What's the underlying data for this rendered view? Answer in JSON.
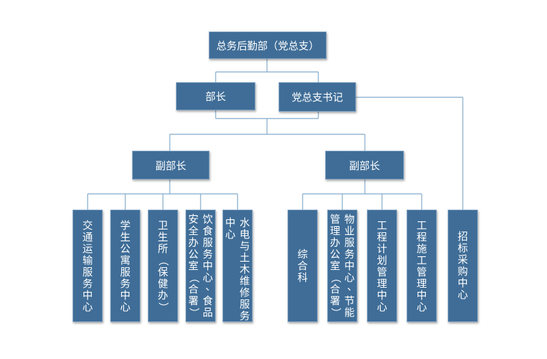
{
  "org": {
    "top": "总务后勤部（党总支）",
    "minister": "部长",
    "party_secretary": "党总支书记",
    "deputy_left": "副部长",
    "deputy_right": "副部长",
    "units": {
      "transport": "交通运输服务中心",
      "dormitory": "学生公寓服务中心",
      "clinic": "卫生所（保健办）",
      "food_safety_col1": "饮食服务中心、食品",
      "food_safety_col2": "安全办公室（合署）",
      "water_power_col1": "水电与土木维修服务",
      "water_power_col2": "中心",
      "general": "综合科",
      "property_col1": "物业服务中心、节能",
      "property_col2": "管理办公室（合署）",
      "engineering_plan": "工程计划管理中心",
      "engineering_build": "工程施工管理中心",
      "procurement": "招标采购中心"
    }
  }
}
